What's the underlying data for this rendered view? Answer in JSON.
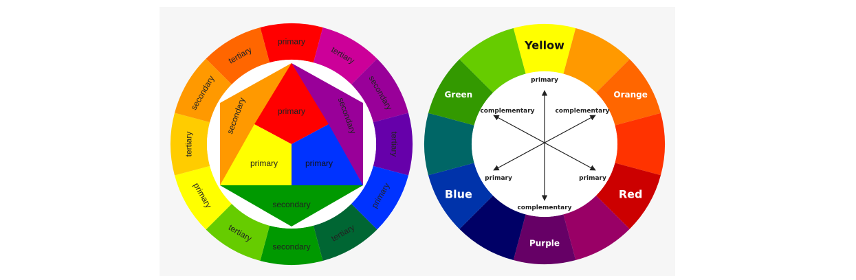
{
  "left_wheel": {
    "ring": [
      {
        "label": "primary",
        "color": "#ff0000"
      },
      {
        "label": "tertiary",
        "color": "#cc0099"
      },
      {
        "label": "secondary",
        "color": "#990099"
      },
      {
        "label": "tertiary",
        "color": "#6600aa"
      },
      {
        "label": "primary",
        "color": "#0033ff"
      },
      {
        "label": "tertiary",
        "color": "#006633"
      },
      {
        "label": "secondary",
        "color": "#009900"
      },
      {
        "label": "tertiary",
        "color": "#66cc00"
      },
      {
        "label": "primary",
        "color": "#ffff00"
      },
      {
        "label": "tertiary",
        "color": "#ffcc00"
      },
      {
        "label": "secondary",
        "color": "#ff9900"
      },
      {
        "label": "tertiary",
        "color": "#ff6600"
      }
    ],
    "triangle": {
      "top": {
        "label": "primary",
        "color": "#ff0000"
      },
      "left": {
        "label": "primary",
        "color": "#ffff00"
      },
      "right": {
        "label": "primary",
        "color": "#0033ff"
      }
    },
    "outer_triangles": {
      "left": {
        "label": "secondary",
        "color": "#ff9900"
      },
      "right": {
        "label": "secondary",
        "color": "#990099"
      },
      "bottom": {
        "label": "secondary",
        "color": "#009900"
      }
    }
  },
  "right_wheel": {
    "ring": [
      {
        "label": "Yellow",
        "color": "#ffff00"
      },
      {
        "label": "",
        "color": "#ff9900"
      },
      {
        "label": "Orange",
        "color": "#ff6600"
      },
      {
        "label": "",
        "color": "#ff3300"
      },
      {
        "label": "Red",
        "color": "#cc0000"
      },
      {
        "label": "",
        "color": "#990066"
      },
      {
        "label": "Purple",
        "color": "#660066"
      },
      {
        "label": "",
        "color": "#000066"
      },
      {
        "label": "Blue",
        "color": "#0033aa"
      },
      {
        "label": "",
        "color": "#006666"
      },
      {
        "label": "Green",
        "color": "#339900"
      },
      {
        "label": "",
        "color": "#66cc00"
      }
    ],
    "arrows": [
      {
        "label": "primary"
      },
      {
        "label": "complementary"
      },
      {
        "label": "complementary"
      },
      {
        "label": "primary"
      },
      {
        "label": "complementary"
      },
      {
        "label": "primary"
      }
    ]
  }
}
